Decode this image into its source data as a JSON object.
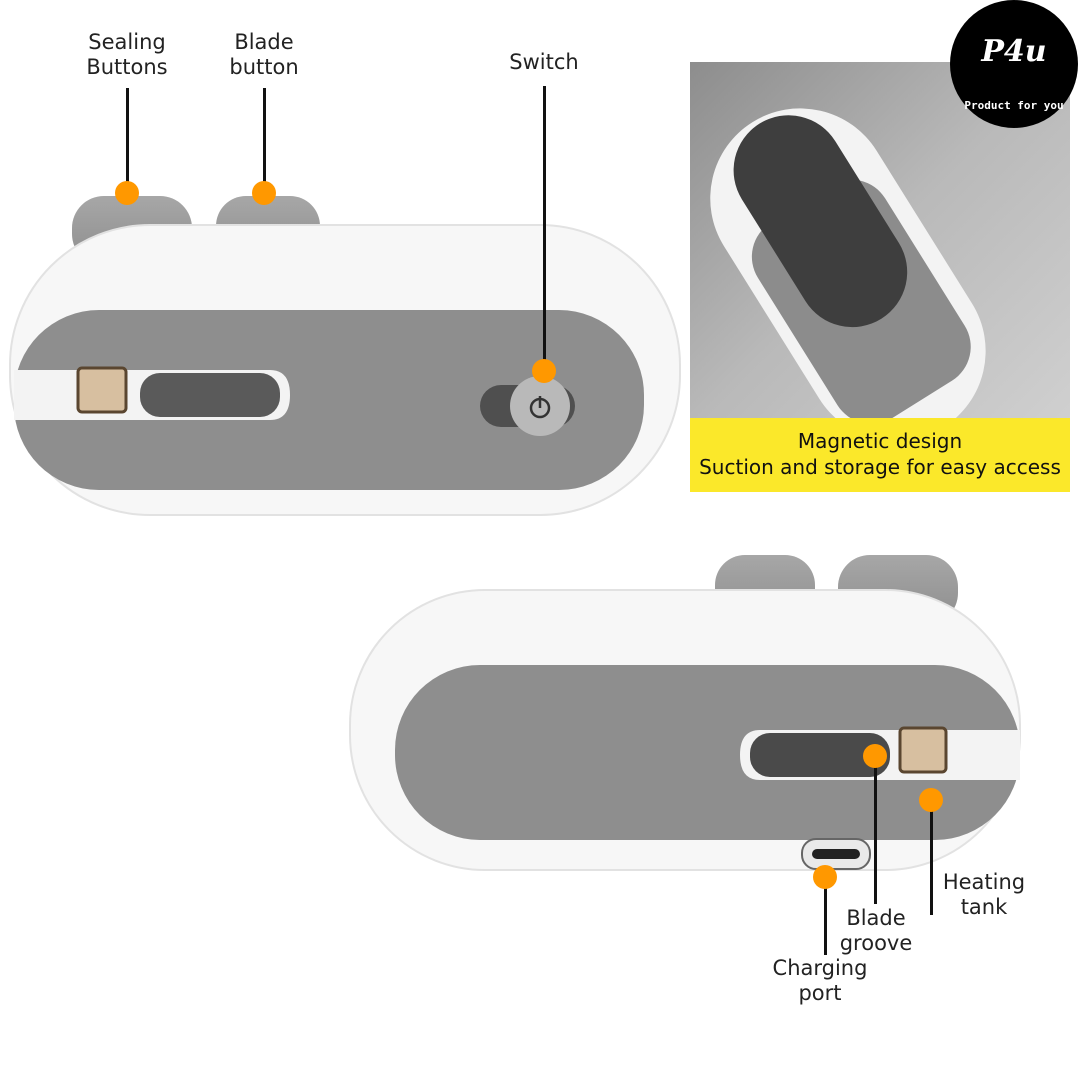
{
  "top_view": {
    "labels": {
      "sealing_buttons": "Sealing\nButtons",
      "blade_button": "Blade\nbutton",
      "switch": "Switch"
    }
  },
  "inset": {
    "caption_line1": "Magnetic design",
    "caption_line2": "Suction and storage for easy access"
  },
  "bottom_view": {
    "labels": {
      "heating_tank": "Heating\ntank",
      "blade_groove": "Blade\ngroove",
      "charging_port": "Charging\nport"
    }
  },
  "logo": {
    "mark": "P4u",
    "tagline": "Product for you"
  },
  "colors": {
    "marker": "#ff9800",
    "device_white": "#f7f7f7",
    "device_grey": "#8e8e8e",
    "button_grey": "#9a9a9a",
    "band_yellow": "#fbe82a",
    "logo_black": "#000000"
  }
}
